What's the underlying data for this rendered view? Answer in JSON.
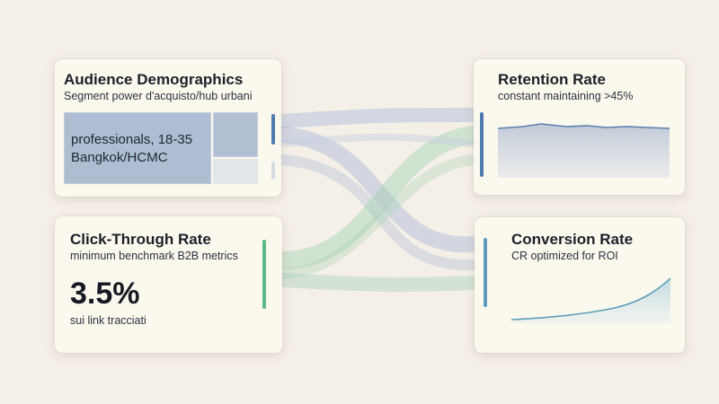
{
  "audience": {
    "title": "Audience Demographics",
    "subtitle": "Segment power d'acquisto/hub urbani",
    "segment_line1": "professionals, 18-35",
    "segment_line2": "Bangkok/HCMC"
  },
  "ctr": {
    "title": "Click-Through Rate",
    "subtitle": "minimum benchmark B2B metrics",
    "value": "3.5%",
    "caption": "sui link tracciati"
  },
  "retention": {
    "title": "Retention Rate",
    "subtitle": "constant maintaining >45%"
  },
  "conversion": {
    "title": "Conversion Rate",
    "subtitle": "CR optimized for ROI"
  },
  "colors": {
    "background": "#f4efe7",
    "card": "#fbf8ee",
    "blue_accent": "#4f7bb0",
    "green_accent": "#5fb88a",
    "teal_accent": "#5d9bc0",
    "flow_blue": "#a9b8d6",
    "flow_green": "#9dcfb1"
  }
}
